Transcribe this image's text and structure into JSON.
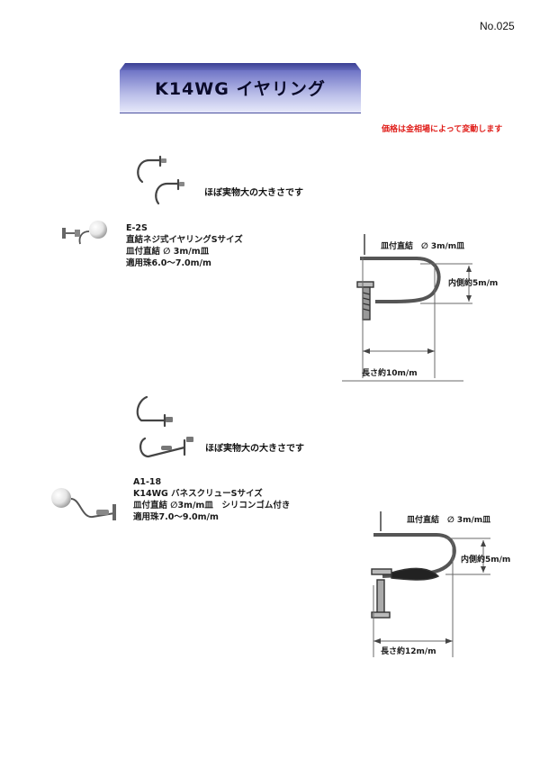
{
  "page_number": "No.025",
  "title": "K14WG イヤリング",
  "price_notice": "価格は金相場によって変動します",
  "products": [
    {
      "size_note": "ほぼ実物大の大きさです",
      "code": "E-2S",
      "name": "直結ネジ式イヤリングSサイズ",
      "plate": "皿付直結 ∅ 3m/m皿",
      "pearl": "適用珠6.0〜7.0m/m",
      "diagram": {
        "plate_label": "皿付直結　∅ 3m/m皿",
        "inner_label": "内側約5m/m",
        "length_label": "長さ約10m/m"
      }
    },
    {
      "size_note": "ほぼ実物大の大きさです",
      "code": "A1-18",
      "name": "K14WG バネスクリューSサイズ",
      "plate": "皿付直結 ∅3m/m皿　シリコンゴム付き",
      "pearl": "適用珠7.0〜9.0m/m",
      "diagram": {
        "plate_label": "皿付直結　∅ 3m/m皿",
        "inner_label": "内側約5m/m",
        "length_label": "長さ約12m/m"
      }
    }
  ]
}
